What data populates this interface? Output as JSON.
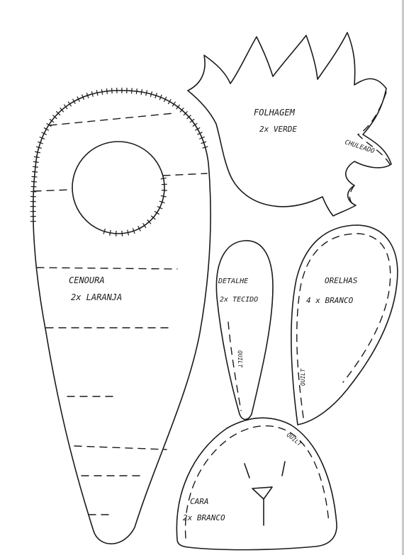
{
  "pieces": {
    "carrot": {
      "name": "CENOURA",
      "qty": "2x LARANJA"
    },
    "leaves": {
      "name": "FOLHAGEM",
      "qty": "2x VERDE",
      "note": "CHULEADO"
    },
    "detail": {
      "name": "DETALHE",
      "qty": "2x TECIDO",
      "note": "QUILT"
    },
    "ears": {
      "name": "ORELHAS",
      "qty": "4 x BRANCO",
      "note": "QUILT"
    },
    "face": {
      "name": "CARA",
      "qty": "2x BRANCO",
      "note": "QUILT"
    }
  },
  "colors": {
    "ink": "#1a1a1a",
    "paper": "#ffffff"
  }
}
